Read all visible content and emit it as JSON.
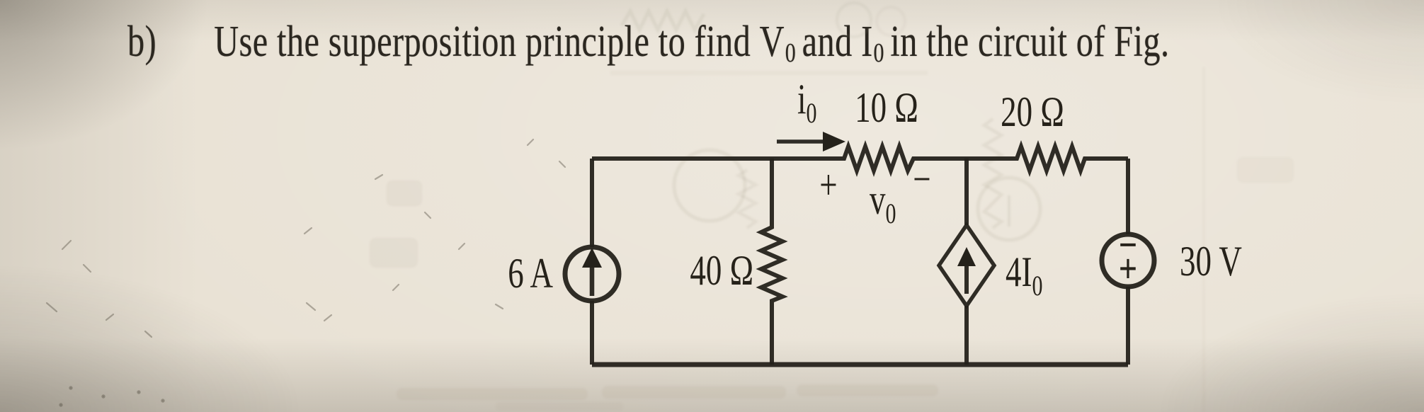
{
  "question": {
    "item_label": "b)",
    "text_before": "Use the superposition principle to find",
    "v_main": "V",
    "v_sub": "0",
    "conjunction": "and",
    "i_main": "I",
    "i_sub": "0",
    "text_after": "in the circuit of Fig."
  },
  "circuit": {
    "current_source_label": "6 A",
    "resistor_40_label": "40 Ω",
    "io_arrow_main": "i",
    "io_arrow_sub": "0",
    "resistor_10_label": "10 Ω",
    "resistor_20_label": "20 Ω",
    "vo_plus": "+",
    "vo_main": "v",
    "vo_sub": "0",
    "vo_minus": "−",
    "dependent_source_main": "4I",
    "dependent_source_sub": "0",
    "voltage_source_label": "30 V",
    "voltage_source_minus": "−",
    "voltage_source_plus": "+"
  },
  "colors": {
    "ink": "#25221b",
    "paper": "#e9e2d5"
  }
}
